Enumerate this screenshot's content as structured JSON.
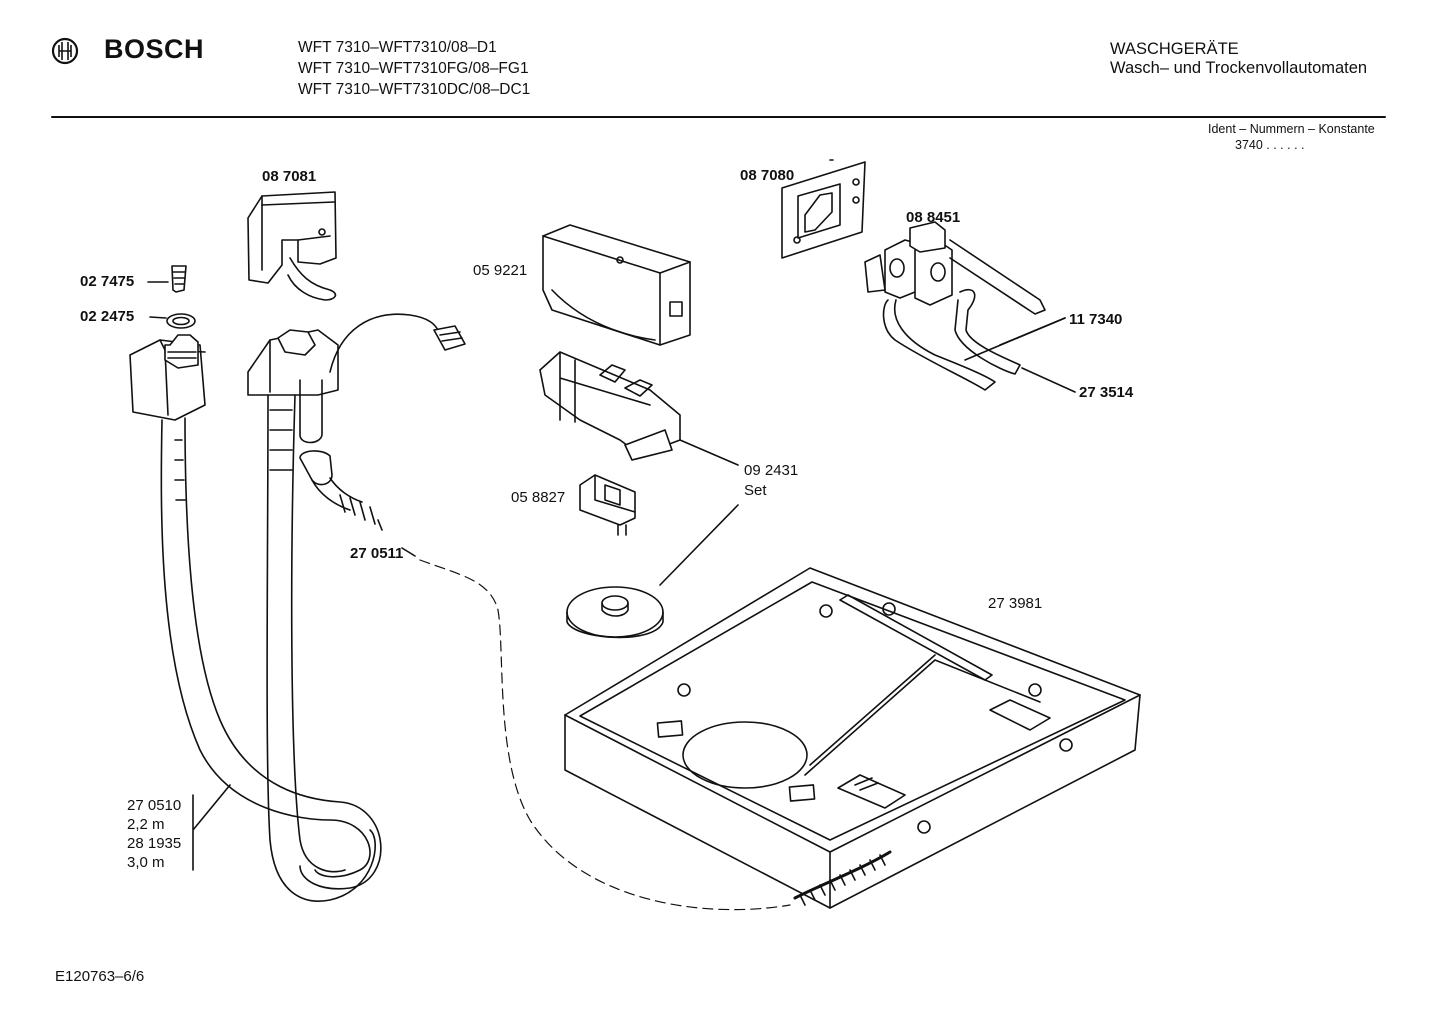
{
  "header": {
    "brand": "BOSCH",
    "models": [
      "WFT 7310–WFT7310/08–D1",
      "WFT 7310–WFT7310FG/08–FG1",
      "WFT 7310–WFT7310DC/08–DC1"
    ],
    "category": "WASCHGERÄTE",
    "subcategory": "Wasch– und Trockenvollautomaten",
    "ident_label": "Ident – Nummern – Konstante",
    "ident_value": "3740 . . . . . ."
  },
  "parts": {
    "p087081": "08 7081",
    "p027475": "02 7475",
    "p022475": "02 2475",
    "p059221": "05 9221",
    "p087080": "08 7080",
    "p088451": "08 8451",
    "p117340": "11 7340",
    "p273514": "27 3514",
    "p092431": "09 2431",
    "p092431_set": "Set",
    "p058827": "05 8827",
    "p270511": "27 0511",
    "p273981": "27 3981",
    "hose_options": [
      "27 0510",
      "2,2 m",
      "28 1935",
      "3,0 m"
    ]
  },
  "footer": {
    "drawing_id": "E120763–6/6"
  }
}
